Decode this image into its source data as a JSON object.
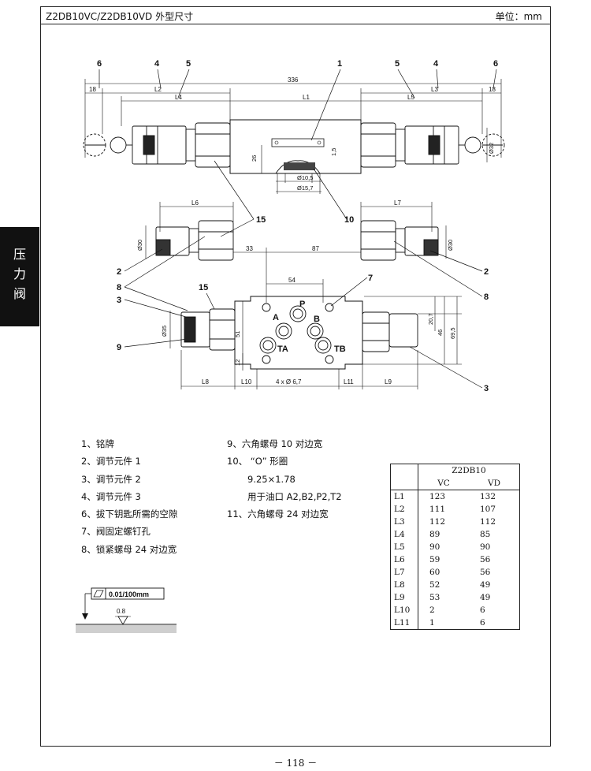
{
  "header": {
    "title": "Z2DB10VC/Z2DB10VD 外型尺寸",
    "unit": "单位：mm"
  },
  "side_tab": [
    "压",
    "力",
    "阀"
  ],
  "drawing": {
    "top_callouts": [
      "6",
      "4",
      "5",
      "1",
      "5",
      "4",
      "6"
    ],
    "dim_labels": {
      "total": "336",
      "d18_left": "18",
      "d18_right": "18",
      "L2": "L2",
      "L3": "L3",
      "L4": "L4",
      "L1": "L1",
      "L5": "L5",
      "d26": "26",
      "d15": "1,5",
      "d32": "Ø32",
      "d10_5": "Ø10,5",
      "d15_7": "Ø15,7",
      "L6": "L6",
      "L7": "L7",
      "d30_left": "Ø30",
      "d30_right": "Ø30",
      "d33": "33",
      "d87": "87",
      "d54": "54",
      "d35": "Ø35",
      "d51": "51",
      "d12": "12",
      "d20_7": "20,7",
      "d46": "46",
      "d69_5": "69,5",
      "L8": "L8",
      "L10": "L10",
      "holes": "4 x Ø 6,7",
      "L11": "L11",
      "L9": "L9"
    },
    "mid_callouts": [
      "15",
      "10",
      "2",
      "2",
      "8",
      "8",
      "3",
      "15",
      "7",
      "9",
      "3"
    ],
    "ports": [
      "P",
      "A",
      "B",
      "TA",
      "TB"
    ],
    "flatness": "0.01/100mm",
    "roughness": "0.8"
  },
  "legend_left": [
    "1、铭牌",
    "2、调节元件 1",
    "3、调节元件 2",
    "4、调节元件 3",
    "6、拔下钥匙所需的空隙",
    "7、阀固定螺钉孔",
    "8、锁紧螺母 24 对边宽"
  ],
  "legend_right": [
    "9、六角螺母 10 对边宽",
    "10、 “O” 形圈",
    "9.25×1.78",
    "用于油口 A2,B2,P2,T2",
    "11、六角螺母 24 对边宽"
  ],
  "table": {
    "model": "Z2DB10",
    "col_vc": "VC",
    "col_vd": "VD",
    "rows": [
      {
        "label": "L1",
        "vc": "123",
        "vd": "132"
      },
      {
        "label": "L2",
        "vc": "111",
        "vd": "107"
      },
      {
        "label": "L3",
        "vc": "112",
        "vd": "112"
      },
      {
        "label": "L4",
        "vc": "89",
        "vd": "85"
      },
      {
        "label": "L5",
        "vc": "90",
        "vd": "90"
      },
      {
        "label": "L6",
        "vc": "59",
        "vd": "56"
      },
      {
        "label": "L7",
        "vc": "60",
        "vd": "56"
      },
      {
        "label": "L8",
        "vc": "52",
        "vd": "49"
      },
      {
        "label": "L9",
        "vc": "53",
        "vd": "49"
      },
      {
        "label": "L10",
        "vc": "2",
        "vd": "6"
      },
      {
        "label": "L11",
        "vc": "1",
        "vd": "6"
      }
    ]
  },
  "page_number": "－ 118 －"
}
